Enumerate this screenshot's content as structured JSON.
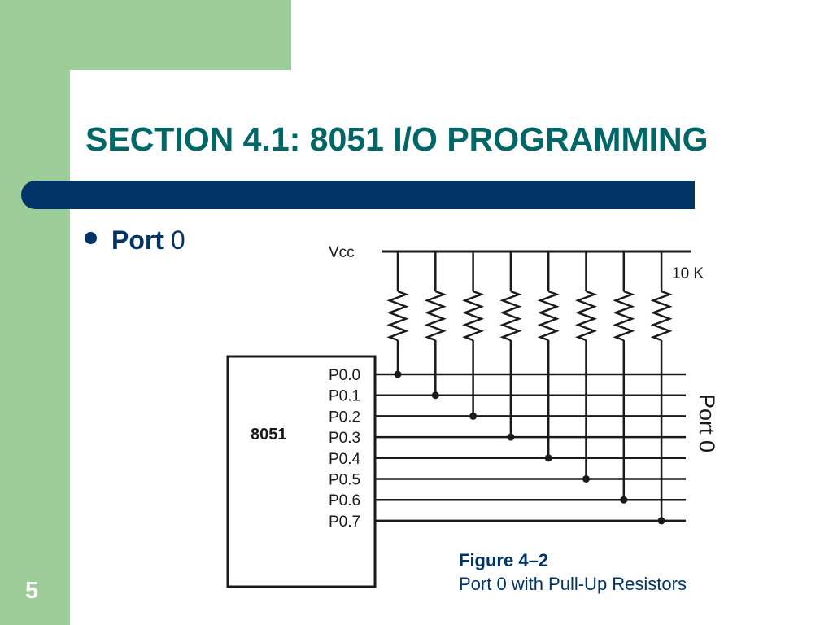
{
  "slide": {
    "title": "SECTION 4.1: 8051 I/O PROGRAMMING",
    "bullet_bold": "Port",
    "bullet_rest": " 0",
    "page_number": "5"
  },
  "diagram": {
    "vcc_label": "Vcc",
    "resistor_label": "10 K",
    "chip_label": "8051",
    "port_label": "Port 0",
    "pins": [
      "P0.0",
      "P0.1",
      "P0.2",
      "P0.3",
      "P0.4",
      "P0.5",
      "P0.6",
      "P0.7"
    ]
  },
  "caption": {
    "figure": "Figure 4–2",
    "text": "Port 0 with Pull-Up Resistors"
  },
  "colors": {
    "accent_green": "#9ccc98",
    "title_teal": "#006666",
    "navy": "#003366"
  }
}
